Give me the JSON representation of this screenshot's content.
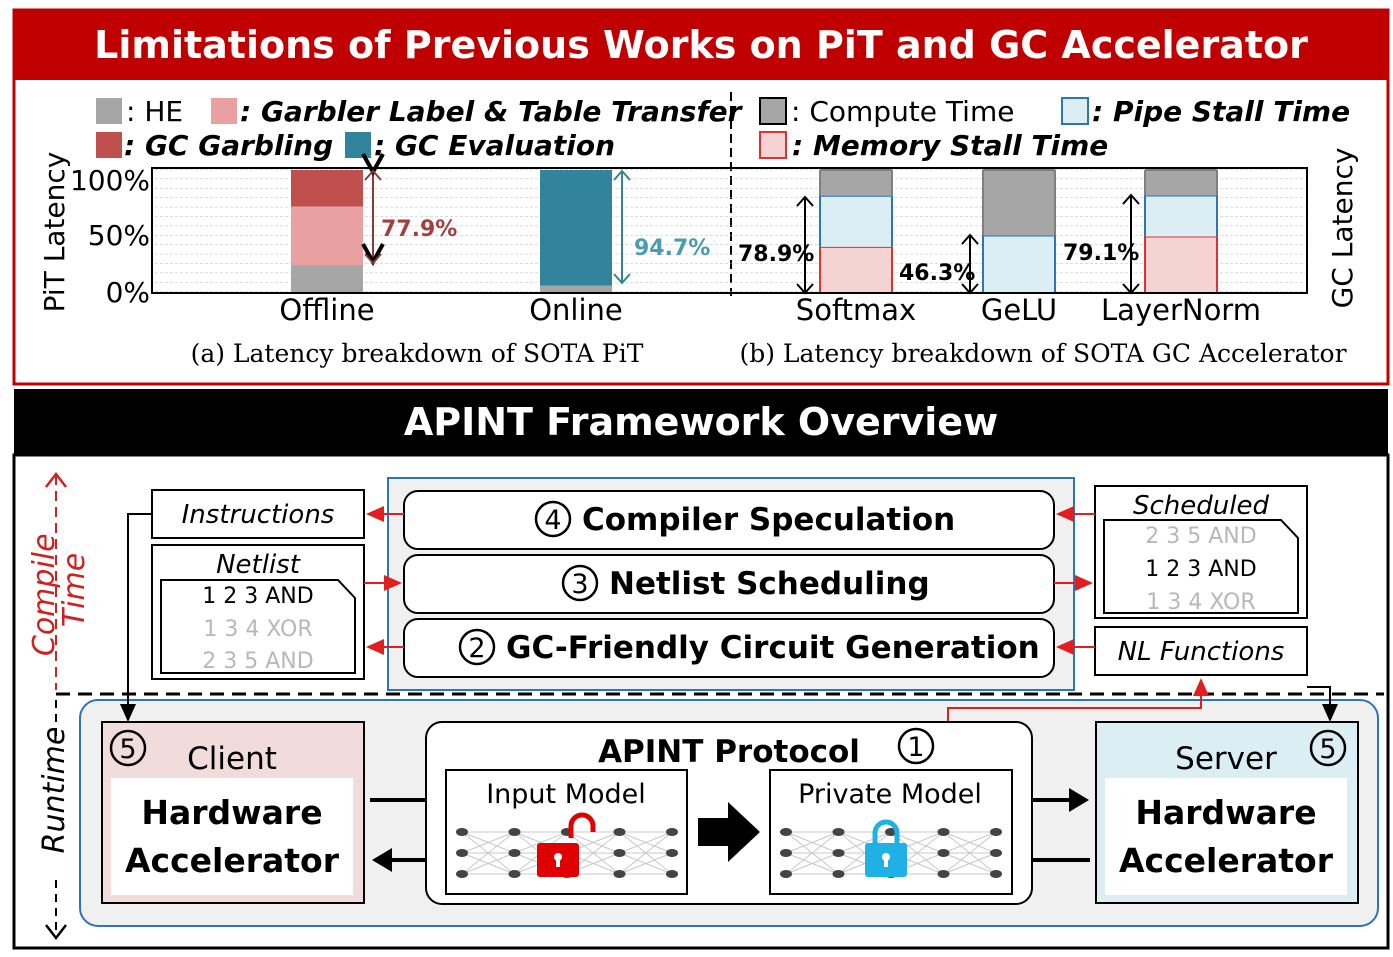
{
  "top_banner": {
    "title": "Limitations of Previous Works on PiT and GC Accelerator"
  },
  "chart_a": {
    "legend": [
      {
        "label": ": HE",
        "color": "#a6a6a6"
      },
      {
        "label": ": Garbler Label & Table Transfer",
        "color": "#e8a0a0"
      },
      {
        "label": ": GC Garbling",
        "color": "#c0504d"
      },
      {
        "label": ": GC Evaluation",
        "color": "#31849b"
      }
    ],
    "ylabel": "PiT Latency",
    "yticks": [
      "100%",
      "50%",
      "0%"
    ],
    "annotations": [
      "77.9%",
      "94.7%"
    ],
    "caption": "(a) Latency breakdown of SOTA PiT"
  },
  "chart_b": {
    "legend": [
      {
        "label": ": Compute Time",
        "color": "#a6a6a6"
      },
      {
        "label": ": Pipe Stall Time",
        "color": "#dbeef4"
      },
      {
        "label": ": Memory Stall Time",
        "color": "#f5d3d3"
      }
    ],
    "ylabel": "GC Latency",
    "annotations": [
      "78.9%",
      "46.3%",
      "79.1%"
    ],
    "caption": "(b) Latency breakdown of SOTA GC Accelerator"
  },
  "chart_data": [
    {
      "type": "bar",
      "stacked": true,
      "ylabel": "PiT Latency",
      "ylim": [
        0,
        100
      ],
      "categories": [
        "Offline",
        "Online"
      ],
      "series": [
        {
          "name": "HE",
          "values": [
            22.1,
            5.3
          ],
          "color": "#a6a6a6"
        },
        {
          "name": "Garbler Label & Table Transfer",
          "values": [
            48,
            0
          ],
          "color": "#e8a0a0"
        },
        {
          "name": "GC Garbling",
          "values": [
            29.9,
            0
          ],
          "color": "#c0504d"
        },
        {
          "name": "GC Evaluation",
          "values": [
            0,
            94.7
          ],
          "color": "#31849b"
        }
      ]
    },
    {
      "type": "bar",
      "stacked": true,
      "ylabel": "GC Latency",
      "ylim": [
        0,
        100
      ],
      "categories": [
        "Softmax",
        "GeLU",
        "LayerNorm"
      ],
      "series": [
        {
          "name": "Memory Stall Time",
          "values": [
            37,
            0,
            45.5
          ],
          "color": "#f5d3d3",
          "stroke": "#e03030"
        },
        {
          "name": "Pipe Stall Time",
          "values": [
            41.9,
            46.3,
            33.6
          ],
          "color": "#dbeef4",
          "stroke": "#2e75b6"
        },
        {
          "name": "Compute Time",
          "values": [
            21.1,
            53.7,
            20.9
          ],
          "color": "#a6a6a6",
          "stroke": "#7f7f7f"
        }
      ]
    }
  ],
  "overview": {
    "title": "APINT Framework Overview",
    "compile_label": "Compile Time",
    "runtime_label": "Runtime",
    "stages": {
      "s4": {
        "num": "4",
        "label": "Compiler Speculation"
      },
      "s3": {
        "num": "3",
        "label": "Netlist Scheduling"
      },
      "s2": {
        "num": "2",
        "label": "GC-Friendly Circuit Generation"
      }
    },
    "instructions": "Instructions",
    "netlist": {
      "title": "Netlist",
      "lines": [
        "1 2 3 AND",
        "1 3 4 XOR",
        "2 3 5 AND"
      ]
    },
    "scheduled": {
      "title": "Scheduled",
      "lines": [
        "2 3 5 AND",
        "1 2 3 AND",
        "1 3 4 XOR"
      ]
    },
    "nl_functions": "NL Functions",
    "client": {
      "num": "5",
      "role": "Client",
      "hw1": "Hardware",
      "hw2": "Accelerator"
    },
    "server": {
      "num": "5",
      "role": "Server",
      "hw1": "Hardware",
      "hw2": "Accelerator"
    },
    "protocol": {
      "title": "APINT Protocol",
      "num": "1",
      "input": "Input Model",
      "private": "Private Model"
    }
  }
}
